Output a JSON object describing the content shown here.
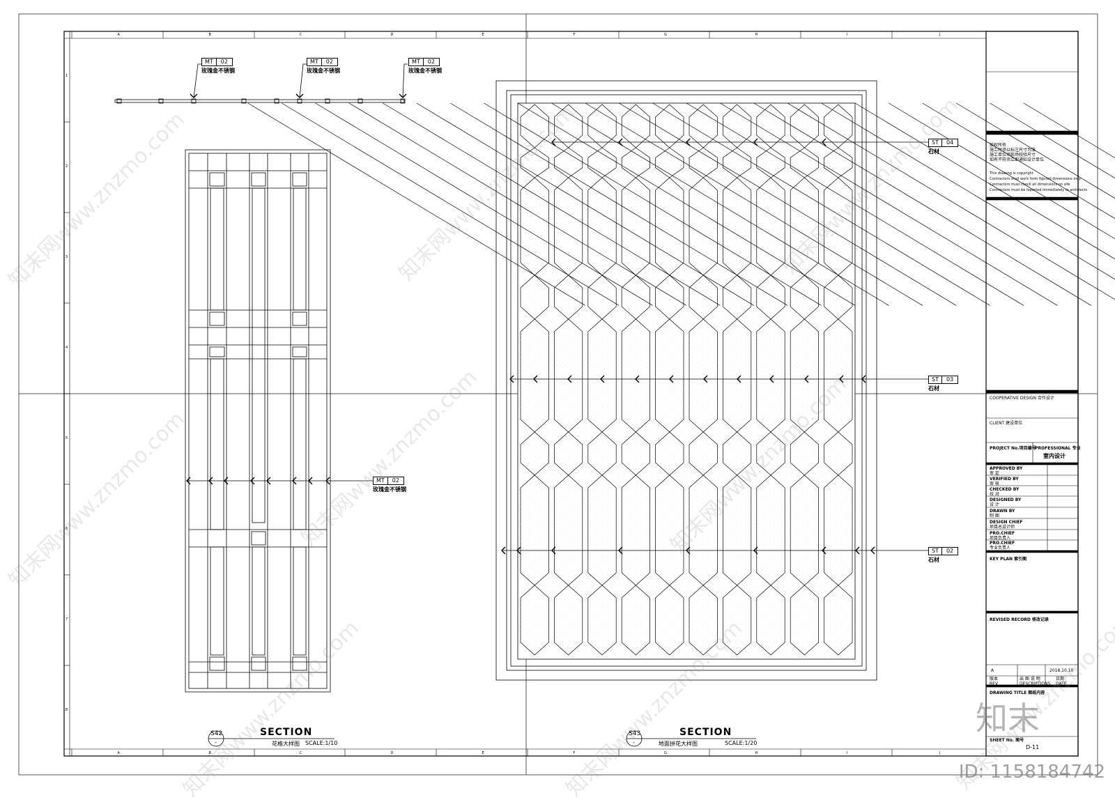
{
  "tags": {
    "top": [
      {
        "code": "MT",
        "num": "02",
        "label": "玫瑰金不锈钢"
      },
      {
        "code": "MT",
        "num": "02",
        "label": "玫瑰金不锈钢"
      },
      {
        "code": "MT",
        "num": "02",
        "label": "玫瑰金不锈钢"
      }
    ],
    "left_mid": {
      "code": "MT",
      "num": "02",
      "label": "玫瑰金不锈钢"
    },
    "right": [
      {
        "code": "ST",
        "num": "04",
        "label": "石材"
      },
      {
        "code": "ST",
        "num": "03",
        "label": "石材"
      },
      {
        "code": "ST",
        "num": "02",
        "label": "石材"
      }
    ]
  },
  "titles": [
    {
      "code": "S42",
      "sub": "-",
      "title": "SECTION",
      "desc": "花格大样图",
      "scale": "SCALE:1/10"
    },
    {
      "code": "S43",
      "sub": "-",
      "title": "SECTION",
      "desc": "地面拼花大样图",
      "scale": "SCALE:1/20"
    }
  ],
  "grid_letters": [
    "A",
    "B",
    "C",
    "D",
    "E",
    "F",
    "G",
    "H",
    "I",
    "J"
  ],
  "grid_numbers": [
    "1",
    "2",
    "3",
    "4",
    "5",
    "6",
    "7",
    "8"
  ],
  "titleblock": {
    "copyright_cn": [
      "版权所有",
      "施工时须以标注尺寸为准",
      "施工单位须现场校验尺寸",
      "如有不符须立即通知设计单位"
    ],
    "copyright_en": [
      "This drawing is copyright",
      "Contractors shall work form figured dimensions only",
      "Contractors must check all dimensions on site",
      "Contractors must be reported immediately to architects"
    ],
    "coop": "COOPERATIVE DESIGN 合作设计",
    "client": "CLIENT 建设单位",
    "project_no": "PROJECT No.项目编号",
    "professional": "PROFESSIONAL 专业",
    "professional_value": "室内设计",
    "roles": [
      {
        "en": "APPROVED BY",
        "cn": "审 定"
      },
      {
        "en": "VERIFIED BY",
        "cn": "审 核"
      },
      {
        "en": "CHECKED BY",
        "cn": "校 对"
      },
      {
        "en": "DESIGNED BY",
        "cn": "设 计"
      },
      {
        "en": "DRAWN BY",
        "cn": "制 图"
      },
      {
        "en": "DESIGN CHIEF",
        "cn": "项目总设计师"
      },
      {
        "en": "PRO.CHIEF",
        "cn": "项目负责人"
      },
      {
        "en": "PRO.CHIEF",
        "cn": "专业负责人"
      }
    ],
    "key_plan": "KEY PLAN 索引图",
    "revised": "REVISED RECORD 修改记录",
    "rev_letter": "A",
    "rev_date": "2018.10.10",
    "rev_header": [
      "版本",
      "出 图 说 明",
      "日期"
    ],
    "rev_header_en": [
      "REV",
      "DESCRIPTIONS",
      "DATE"
    ],
    "drawing_title": "DRAWING TITLE 图纸内容",
    "sheet_no": "SHEET No. 图号",
    "sheet_value": "D-11"
  },
  "watermark": "知末网www.znzmo.com",
  "logo": "知末",
  "id_text": "ID: 1158184742"
}
